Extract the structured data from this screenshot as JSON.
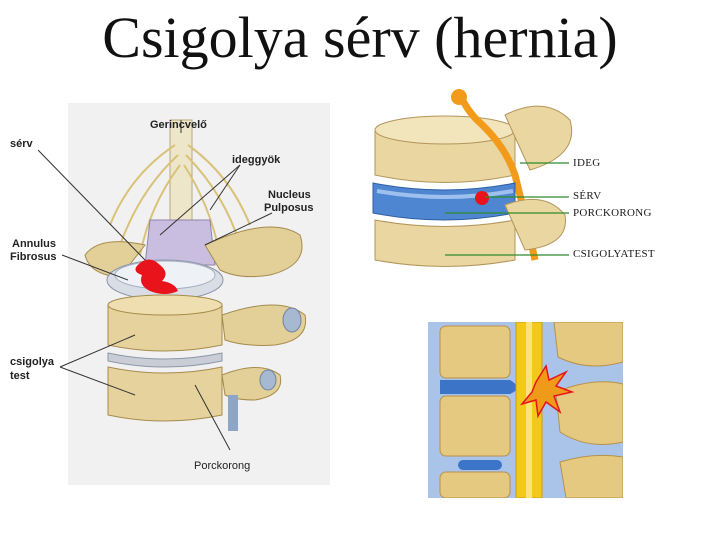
{
  "title": "Csigolya sérv (hernia)",
  "left_diagram": {
    "labels": {
      "gerincvelo": "Gerincvelő",
      "serv": "sérv",
      "ideggyok": "ideggyök",
      "nucleus1": "Nucleus",
      "nucleus2": "Pulposus",
      "annulus1": "Annulus",
      "annulus2": "Fibrosus",
      "csigolya1": "csigolya",
      "csigolya2": "test",
      "porckorong": "Porckorong"
    }
  },
  "right_diagram": {
    "labels": {
      "ideg": "IDEG",
      "serv": "SÉRV",
      "porckorong": "PORCKORONG",
      "csigolyatest": "CSIGOLYATEST"
    }
  },
  "colors": {
    "bone": "#e8d29a",
    "bone_dark": "#c9a860",
    "disc": "#5b8fd6",
    "hernia_red": "#e8131b",
    "nerve_yellow": "#f2c81a",
    "spinal_bg": "#a9c4e8",
    "leader_green": "#2e8b2e"
  }
}
